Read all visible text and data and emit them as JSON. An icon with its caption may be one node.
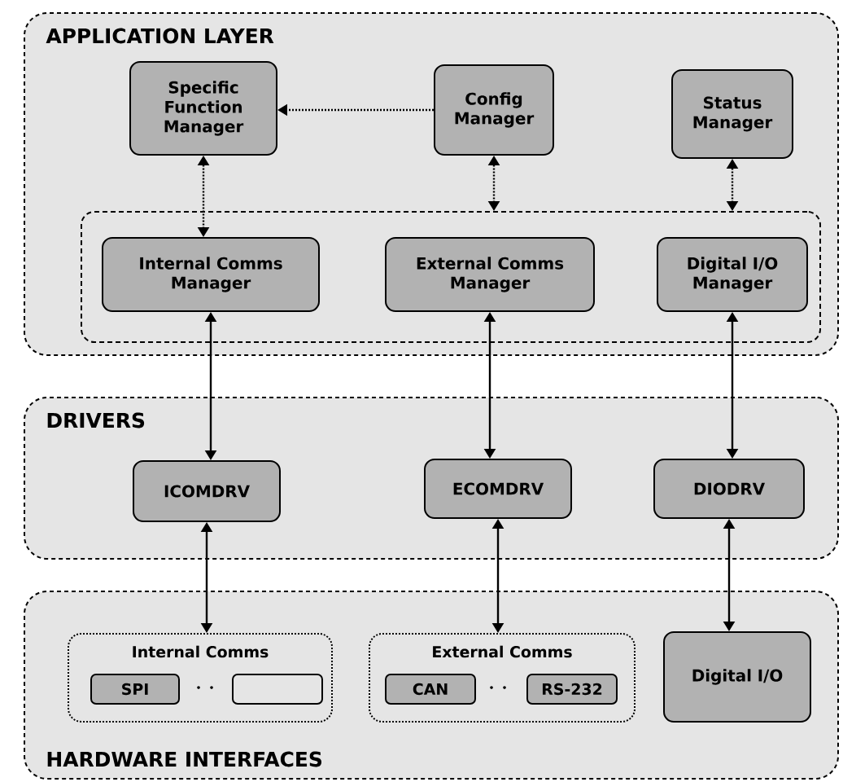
{
  "diagram": {
    "nodes": [
      {
        "text": [
          "APPLICATION LAYER"
        ]
      },
      {
        "text": [
          "Specific Function Manager"
        ],
        "in": 0
      },
      {
        "text": [
          "Config Manager"
        ],
        "in": 0
      },
      {
        "text": [
          "Status Manager"
        ],
        "in": 0
      },
      {
        "text": [],
        "shape": "box",
        "in": 0
      },
      {
        "text": [
          "Internal Comms Manager"
        ],
        "in": 4
      },
      {
        "text": [
          "External Comms Manager"
        ],
        "in": 4
      },
      {
        "text": [
          "Digital I/O Manager"
        ],
        "in": 4
      },
      {
        "text": [
          "DRIVERS"
        ]
      },
      {
        "text": [
          "ICOMDRV"
        ],
        "in": 8
      },
      {
        "text": [
          "ECOMDRV"
        ],
        "in": 8
      },
      {
        "text": [
          "DIODRV"
        ],
        "in": 8
      },
      {
        "text": [
          "HARDWARE INTERFACES"
        ]
      },
      {
        "text": [
          "Internal Comms"
        ],
        "in": 12
      },
      {
        "text": [
          "SPI"
        ],
        "in": 13
      },
      {
        "text": [],
        "shape": "box",
        "in": 13
      },
      {
        "text": [
          "External Comms"
        ],
        "in": 12
      },
      {
        "text": [
          "CAN"
        ],
        "in": 16
      },
      {
        "text": [
          "RS-232"
        ],
        "in": 16
      },
      {
        "text": [
          "Digital I/O"
        ],
        "in": 12
      }
    ],
    "edges": [
      {
        "from": 2,
        "to": 1,
        "arrow": "to",
        "style": "dashed"
      },
      {
        "from": 1,
        "to": 5,
        "arrow": "both",
        "style": "dashed"
      },
      {
        "from": 2,
        "to": 4,
        "arrow": "both",
        "style": "dashed"
      },
      {
        "from": 3,
        "to": 4,
        "arrow": "both",
        "style": "dashed"
      },
      {
        "from": 5,
        "to": 9,
        "arrow": "both"
      },
      {
        "from": 6,
        "to": 10,
        "arrow": "both"
      },
      {
        "from": 7,
        "to": 11,
        "arrow": "both"
      },
      {
        "from": 9,
        "to": 13,
        "arrow": "both"
      },
      {
        "from": 10,
        "to": 16,
        "arrow": "both"
      },
      {
        "from": 11,
        "to": 19,
        "arrow": "both"
      }
    ]
  }
}
